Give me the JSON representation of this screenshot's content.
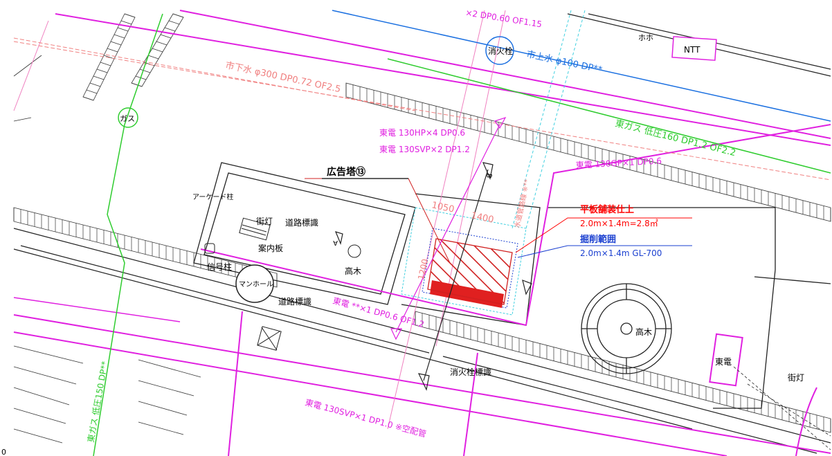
{
  "colors": {
    "background": "#ffffff",
    "road_outline": "#222222",
    "electric": "#e020e0",
    "water": "#1a6fe0",
    "gas": "#2ecc2e",
    "sewer": "#e04040",
    "sewer_light": "#f08080",
    "reference": "#40d0e0",
    "pavement_finish": "#ff0000",
    "excavation": "#1a3fd0",
    "black": "#000000"
  },
  "labels": {
    "hydrant": "消火栓",
    "water_main": "市上水 φ100 DP**",
    "ntt": "NTT",
    "ntt_symbol": "ホホ",
    "sewer": "市下水 φ300 DP0.72 OF2.5",
    "top_cable": "×2 DP0.60 OF1.15",
    "gas_circle": "ガス",
    "gas_main": "東ガス 低圧160 DP1.2 OF2.2",
    "gas_left": "東ガス 低圧150 DP**",
    "toden_hp": "東電 130HP×4 DP0.6",
    "toden_svp2": "東電 130SVP×2 DP1.2",
    "toden_gp": "東電 130GP×1 DP0.6",
    "toden_mid": "東電 **×1 DP0.6 OF1.2",
    "toden_bottom": "東電 130SVP×1 DP1.0 ※空配管",
    "toden_box": "東電",
    "ad_tower": "広告塔⑬",
    "arcade_pillar": "アーケード柱",
    "street_light": "街灯",
    "road_sign": "道路標識",
    "guide_board": "案内板",
    "signal_pole": "信号柱",
    "manhole": "マンホール",
    "road_sign2": "道路標識",
    "tall_tree": "高木",
    "tall_tree2": "高木",
    "hydrant_sign": "消火栓標識",
    "street_light2": "街灯",
    "dim_1050": "1050",
    "dim_1400": "1400",
    "dim_1200": "1200",
    "dim_vertical": "水道管路線 ※**",
    "finish_title": "平板舗装仕上",
    "finish_detail": "2.0m×1.4m=2.8㎡",
    "excavation_title": "掘削範囲",
    "excavation_detail": "2.0m×1.4m GL-700",
    "section_b": "B",
    "section_a": "A",
    "corner_mark": "0"
  }
}
